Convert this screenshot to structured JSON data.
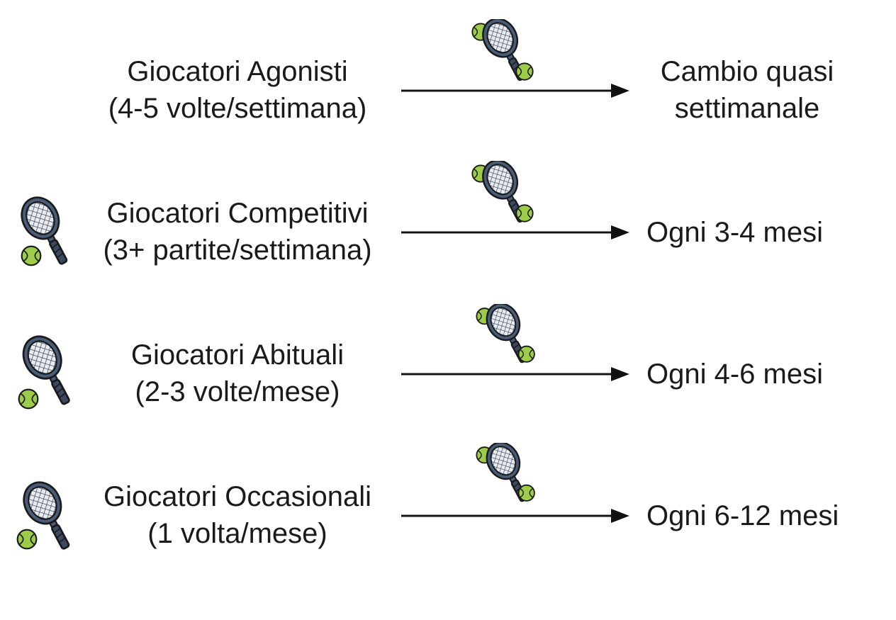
{
  "rows": [
    {
      "player_line1": "Giocatori Agonisti",
      "player_line2": "(4-5 volte/settimana)",
      "frequency_line1": "Cambio quasi",
      "frequency_line2": "settimanale",
      "left_icon": false
    },
    {
      "player_line1": "Giocatori Competitivi",
      "player_line2": "(3+ partite/settimana)",
      "frequency_line1": "Ogni 3-4 mesi",
      "frequency_line2": "",
      "left_icon": true
    },
    {
      "player_line1": "Giocatori Abituali",
      "player_line2": "(2-3 volte/mese)",
      "frequency_line1": "Ogni 4-6 mesi",
      "frequency_line2": "",
      "left_icon": true
    },
    {
      "player_line1": "Giocatori Occasionali",
      "player_line2": "(1 volta/mese)",
      "frequency_line1": "Ogni 6-12 mesi",
      "frequency_line2": "",
      "left_icon": true
    }
  ],
  "icons": {
    "racket": "tennis-racket-icon",
    "ball": "tennis-ball-icon"
  },
  "colors": {
    "racket_frame": "#4a5d78",
    "racket_outline": "#1a1a1a",
    "ball": "#9ccc4a",
    "arrow": "#111111",
    "text": "#1a1a1a"
  }
}
